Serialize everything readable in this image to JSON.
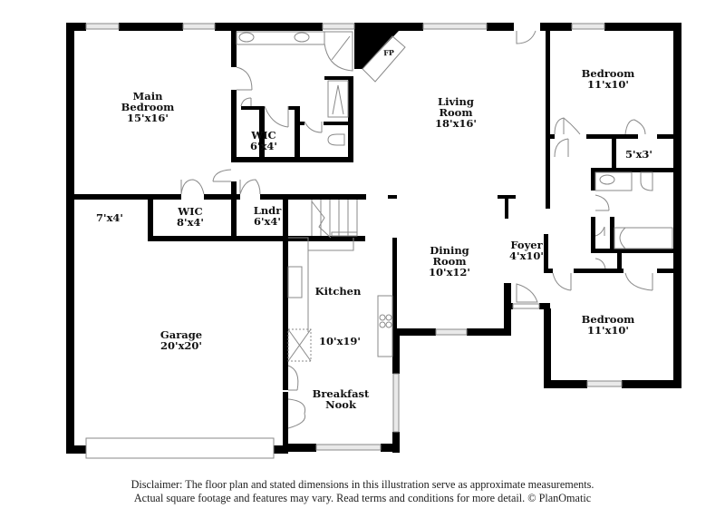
{
  "plan": {
    "rooms": [
      {
        "id": "main-bedroom",
        "name": "Main\nBedroom",
        "name_lines": [
          "Main",
          "Bedroom"
        ],
        "dims": "15'x16'"
      },
      {
        "id": "wic-main",
        "name_lines": [
          "WIC"
        ],
        "dims": "6'x4'"
      },
      {
        "id": "wic-hall",
        "name_lines": [
          "WIC"
        ],
        "dims": "8'x4'"
      },
      {
        "id": "closet-7x4",
        "name_lines": [],
        "dims": "7'x4'"
      },
      {
        "id": "laundry",
        "name_lines": [
          "Lndr"
        ],
        "dims": "6'x4'"
      },
      {
        "id": "living-room",
        "name_lines": [
          "Living",
          "Room"
        ],
        "dims": "18'x16'"
      },
      {
        "id": "bedroom-ne",
        "name_lines": [
          "Bedroom"
        ],
        "dims": "11'x10'"
      },
      {
        "id": "closet-5x3",
        "name_lines": [],
        "dims": "5'x3'"
      },
      {
        "id": "dining-room",
        "name_lines": [
          "Dining",
          "Room"
        ],
        "dims": "10'x12'"
      },
      {
        "id": "foyer",
        "name_lines": [
          "Foyer"
        ],
        "dims": "4'x10'"
      },
      {
        "id": "bedroom-se",
        "name_lines": [
          "Bedroom"
        ],
        "dims": "11'x10'"
      },
      {
        "id": "kitchen",
        "name_lines": [
          "Kitchen"
        ],
        "dims": "10'x19'"
      },
      {
        "id": "garage",
        "name_lines": [
          "Garage"
        ],
        "dims": "20'x20'"
      },
      {
        "id": "breakfast-nook",
        "name_lines": [
          "Breakfast",
          "Nook"
        ],
        "dims": ""
      }
    ],
    "labels": {
      "main_bedroom_1": "Main",
      "main_bedroom_2": "Bedroom",
      "main_bedroom_dim": "15'x16'",
      "wic_main": "WIC",
      "wic_main_dim": "6'x4'",
      "wic_hall": "WIC",
      "wic_hall_dim": "8'x4'",
      "closet_7x4_dim": "7'x4'",
      "laundry": "Lndr",
      "laundry_dim": "6'x4'",
      "living_1": "Living",
      "living_2": "Room",
      "living_dim": "18'x16'",
      "bedroom_ne": "Bedroom",
      "bedroom_ne_dim": "11'x10'",
      "closet_5x3_dim": "5'x3'",
      "dining_1": "Dining",
      "dining_2": "Room",
      "dining_dim": "10'x12'",
      "foyer": "Foyer",
      "foyer_dim": "4'x10'",
      "bedroom_se": "Bedroom",
      "bedroom_se_dim": "11'x10'",
      "kitchen": "Kitchen",
      "kitchen_dim": "10'x19'",
      "garage": "Garage",
      "garage_dim": "20'x20'",
      "nook_1": "Breakfast",
      "nook_2": "Nook",
      "fireplace": "FP"
    },
    "colors": {
      "wall": "#000000",
      "fixture": "#9a9a9a",
      "window_fill": "#e6e6e6",
      "background": "#ffffff"
    }
  },
  "footer": {
    "disclaimer_line1": "Disclaimer: The floor plan and stated dimensions in this illustration serve as approximate measurements.",
    "disclaimer_line2": "Actual square footage and features may vary. Read terms and conditions for more detail. © PlanOmatic"
  }
}
